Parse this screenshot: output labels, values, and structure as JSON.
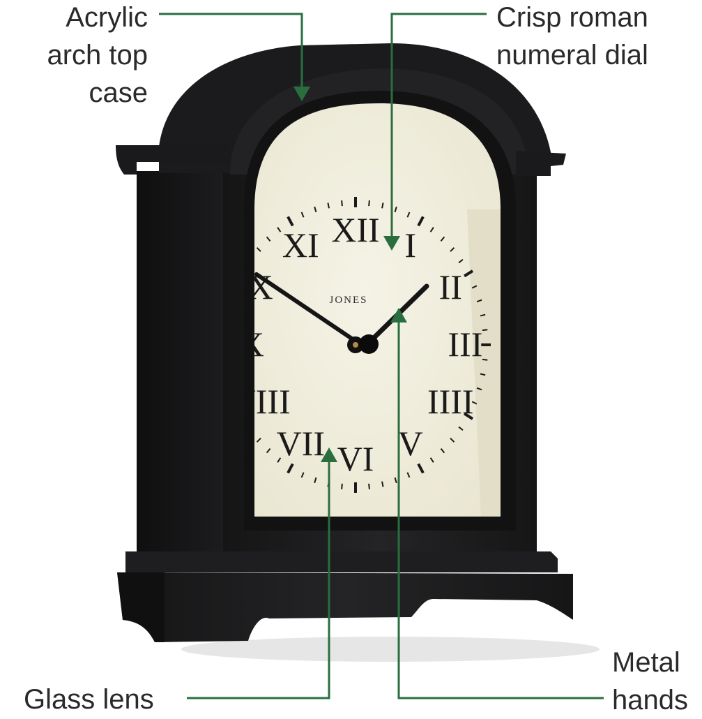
{
  "callouts": {
    "acrylic": [
      "Acrylic",
      "arch top",
      "case"
    ],
    "crisp": [
      "Crisp roman",
      "numeral dial"
    ],
    "glass": [
      "Glass lens"
    ],
    "metal": [
      "Metal",
      "hands"
    ]
  },
  "dial": {
    "brand": "JONES",
    "numerals": [
      "XII",
      "I",
      "II",
      "III",
      "IIII",
      "V",
      "VI",
      "VII",
      "VIII",
      "IX",
      "X",
      "XI"
    ]
  },
  "colors": {
    "leader_line": "#2a6e3f",
    "case": "#1c1c1e",
    "dial_face": "#f1efdf",
    "text": "#2a2a2a"
  }
}
